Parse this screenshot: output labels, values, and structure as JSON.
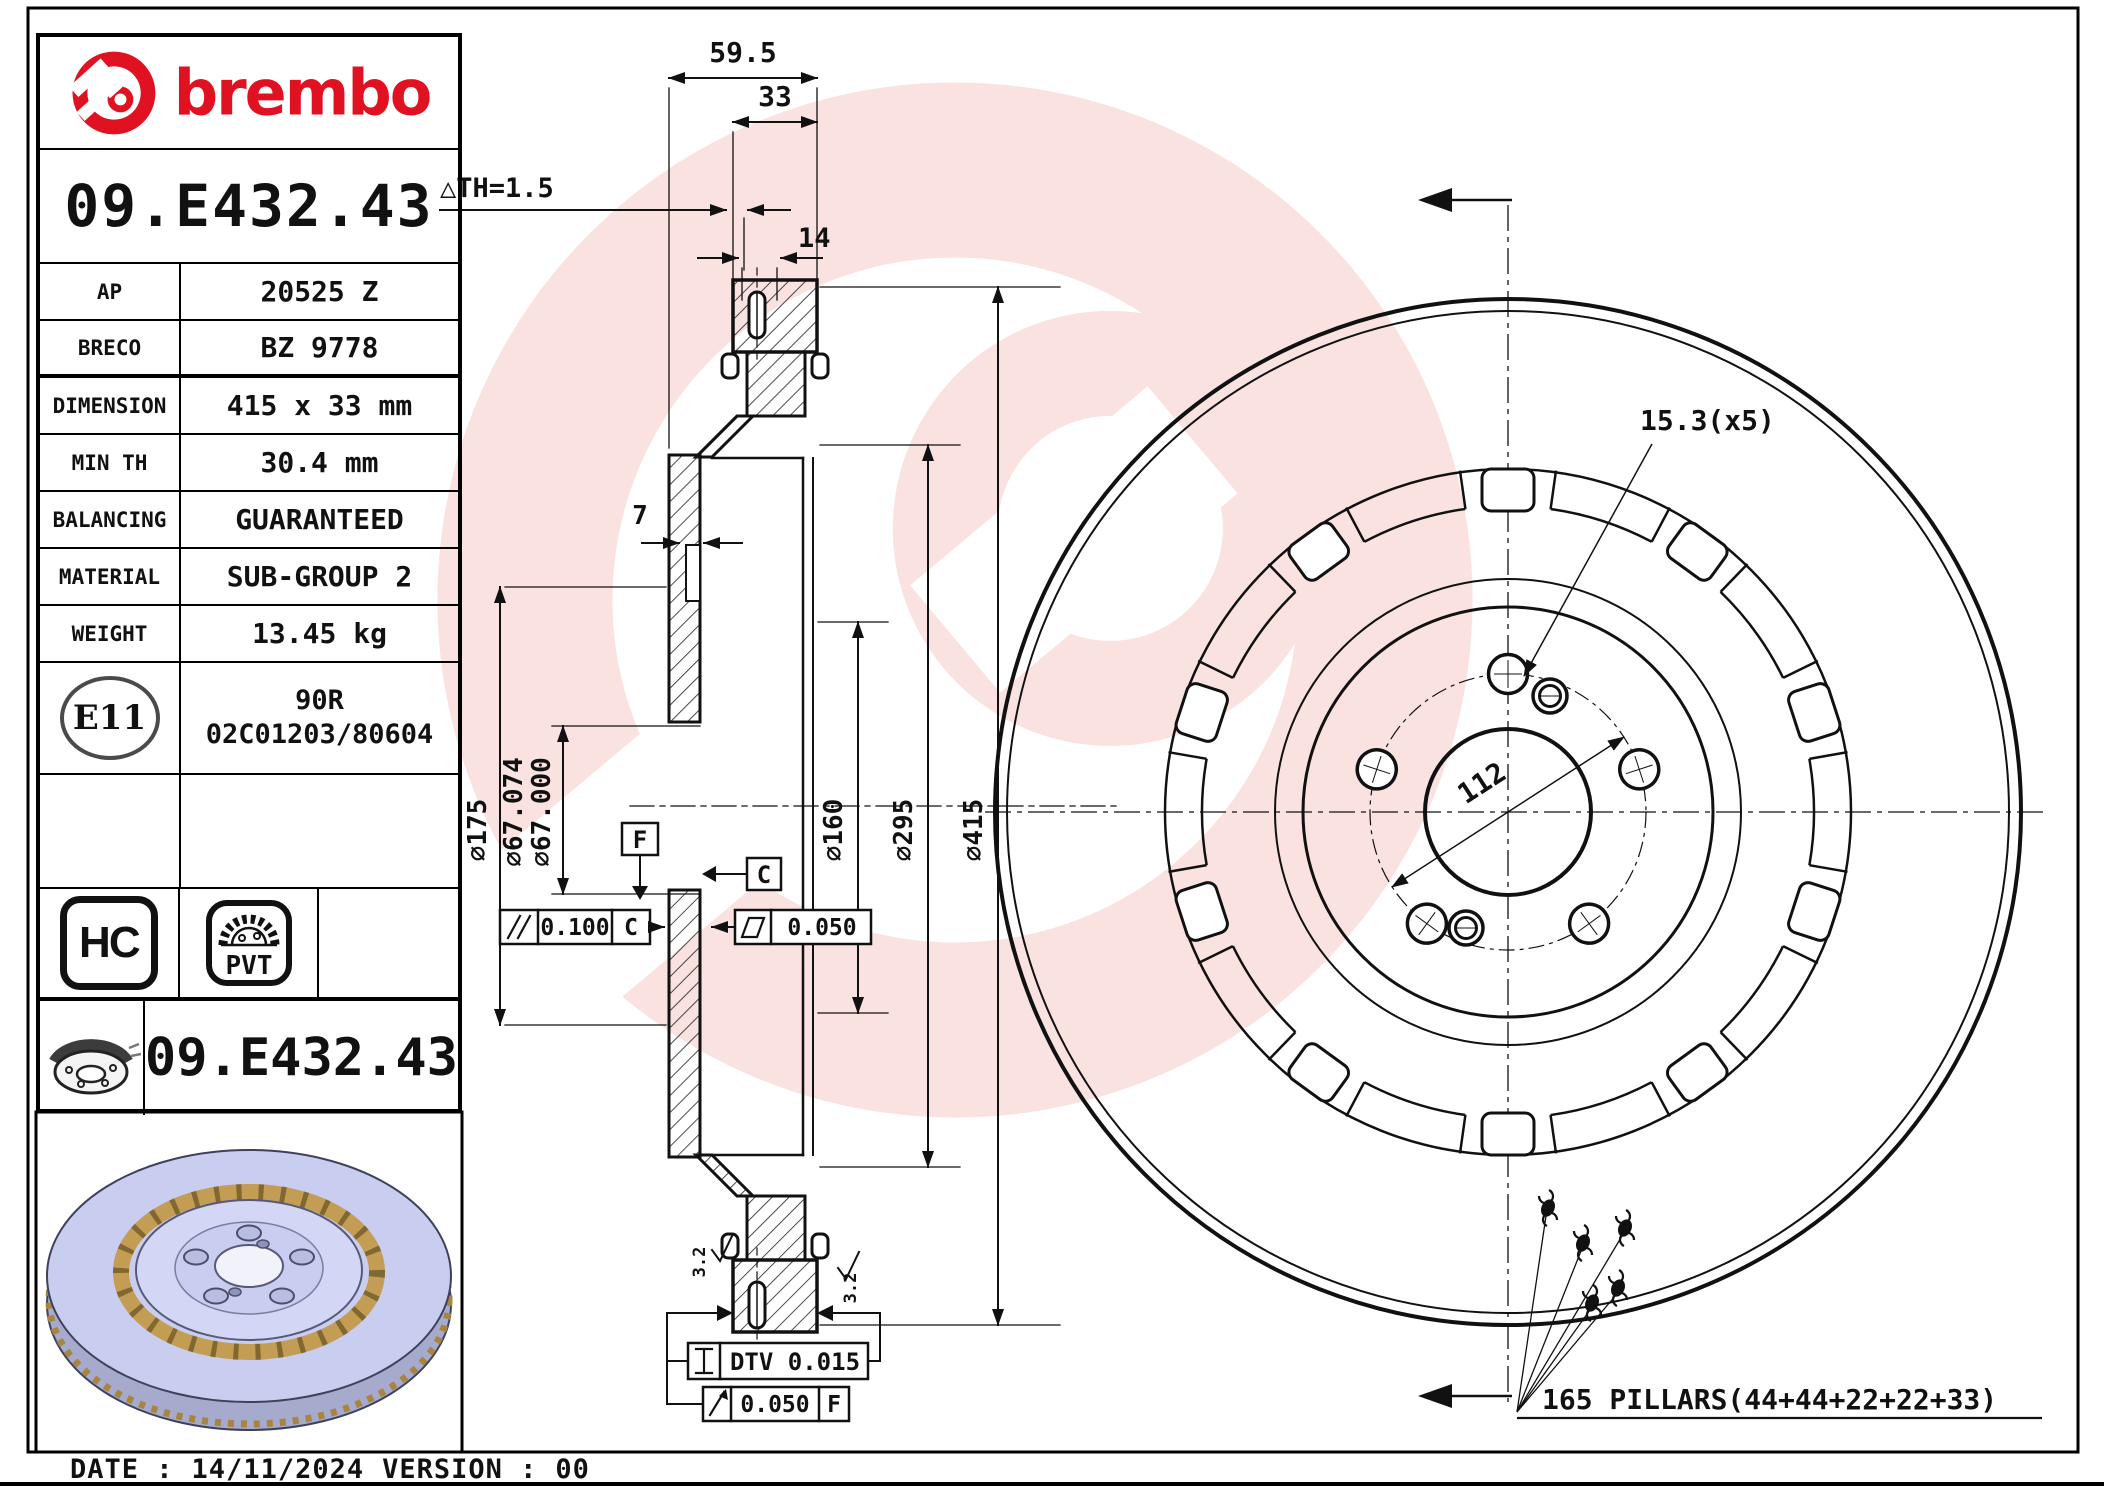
{
  "brand": {
    "wordmark": "brembo",
    "red": "#e01222"
  },
  "header": {
    "part_number": "09.E432.43"
  },
  "specs": {
    "rows": [
      {
        "label": "AP",
        "value": "20525 Z"
      },
      {
        "label": "BRECO",
        "value": "BZ 9778"
      },
      {
        "label": "DIMENSION",
        "value": "415 x 33 mm"
      },
      {
        "label": "MIN TH",
        "value": "30.4 mm"
      },
      {
        "label": "BALANCING",
        "value": "GUARANTEED"
      },
      {
        "label": "MATERIAL",
        "value": "SUB-GROUP 2"
      },
      {
        "label": "WEIGHT",
        "value": "13.45 kg"
      }
    ]
  },
  "homologation": {
    "badge": "E11",
    "line1": "90R",
    "line2": "02C01203/80604"
  },
  "badges": {
    "hc": "HC",
    "pvt": "PVT"
  },
  "footer_block": {
    "part_number": "09.E432.43"
  },
  "footer": {
    "date_label": "DATE :",
    "date": "14/11/2024",
    "version_label": "VERSION :",
    "version": "00"
  },
  "section_view": {
    "dim_overall_width": "59.5",
    "dim_disc_thickness": "33",
    "dim_wear": "△TH=1.5",
    "dim_hole_14": "14",
    "dim_plate_7": "7",
    "dia_175": "⌀175",
    "dia_67_max": "⌀67.074",
    "dia_67_min": "⌀67.000",
    "dia_160": "⌀160",
    "dia_295": "⌀295",
    "dia_415": "⌀415",
    "parallelism_value": "0.100",
    "parallelism_datum": "C",
    "flatness_value": "0.050",
    "datum_f": "F",
    "datum_c": "C",
    "dtv": "DTV 0.015",
    "runout_value": "0.050",
    "runout_datum": "F",
    "finish": "3.2"
  },
  "front_view": {
    "bolt_hole_dia": "15.3(x5)",
    "pcd": "112",
    "pillars": "165 PILLARS(44+44+22+22+33)"
  },
  "render_colors": {
    "disc_body": "#c9cdf0",
    "fastener_band": "#c49d54",
    "rim_side": "#a6aacd"
  }
}
